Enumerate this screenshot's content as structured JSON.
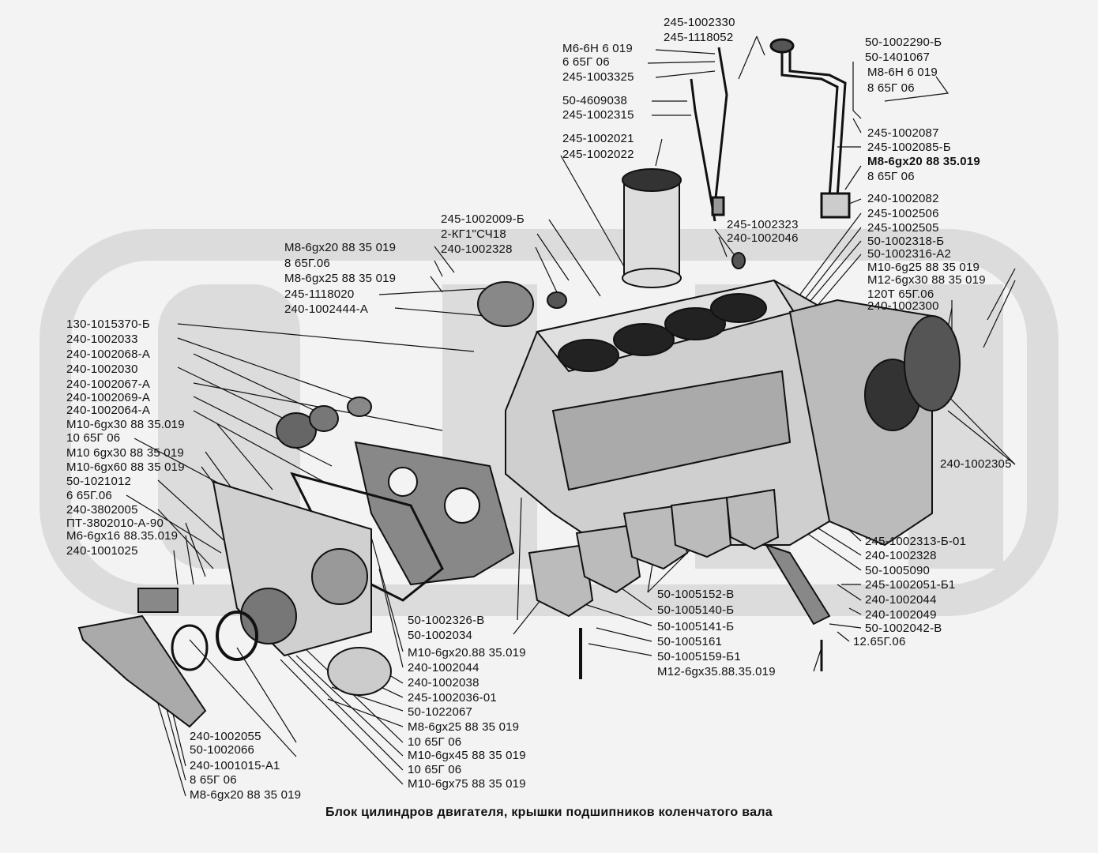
{
  "caption": "Блок цилиндров двигателя, крышки подшипников коленчатого  вала",
  "watermark": "OLMX",
  "colors": {
    "ink": "#111111",
    "paper": "#f3f3f3",
    "watermark": "#dcdcdc"
  },
  "labels": {
    "l_245_1002330": "245-1002330",
    "l_245_1118052": "245-1118052",
    "l_m6_6h": "M6-6H 6 019",
    "l_6_65g_06": "6 65Г 06",
    "l_245_1003325": "245-1003325",
    "l_50_4609038": "50-4609038",
    "l_245_1002315": "245-1002315",
    "l_245_1002021": "245-1002021",
    "l_245_1002022": "245-1002022",
    "l_50_1002290": "50-1002290-Б",
    "l_50_1401067": "50-1401067",
    "l_m8_6h": "M8-6H 6 019",
    "l_8_65g_06_top": "8 65Г 06",
    "l_245_1002087": "245-1002087",
    "l_245_1002085": "245-1002085-Б",
    "l_m8_6gx20_top": "M8-6gx20 88 35.019",
    "l_8_65g_06_b": "8 65Г 06",
    "l_240_1002082": "240-1002082",
    "l_245_1002506": "245-1002506",
    "l_245_1002505": "245-1002505",
    "l_50_1002318": "50-1002318-Б",
    "l_50_1002316": "50-1002316-А2",
    "l_m10_6g25": "M10-6g25 88 35 019",
    "l_m12_6gx30": "M12-6gx30 88 35 019",
    "l_120t": "120Т 65Г.06",
    "l_240_1002300": "240-1002300",
    "l_245_1002009": "245-1002009-Б",
    "l_2kg1": "2-КГ1\"СЧ18",
    "l_240_1002328_top": "240-1002328",
    "l_245_1002323": "245-1002323",
    "l_240_1002046": "240-1002046",
    "l_m8_6gx20_left": "M8-6gx20 88 35 019",
    "l_8_65g06_left": "8 65Г.06",
    "l_m8_6gx25_left": "M8-6gx25 88 35 019",
    "l_245_1118020": "245-1118020",
    "l_240_1002444": "240-1002444-А",
    "l_130_1015370": "130-1015370-Б",
    "l_240_1002033": "240-1002033",
    "l_240_1002068": "240-1002068-А",
    "l_240_1002030": "240-1002030",
    "l_240_1002067": "240-1002067-А",
    "l_240_1002069": "240-1002069-А",
    "l_240_1002064": "240-1002064-А",
    "l_m10_6gx30": "M10-6gx30 88 35.019",
    "l_10_65g_06_a": "10 65Г 06",
    "l_m10_6gx30b": "M10 6gx30 88 35 019",
    "l_m10_6gx60": "M10-6gx60 88 35 019",
    "l_50_1021012": "50-1021012",
    "l_6_65g06_b": "6 65Г.06",
    "l_240_3802005": "240-3802005",
    "l_pt_3802010": "ПТ-3802010-А-90",
    "l_m6_6gx16": "M6-6gx16 88.35.019",
    "l_240_1001025": "240-1001025",
    "l_240_1002305": "240-1002305",
    "l_245_1002313": "245-1002313-Б-01",
    "l_240_1002328_r": "240-1002328",
    "l_50_1005090": "50-1005090",
    "l_245_1002051": "245-1002051-Б1",
    "l_240_1002044_r": "240-1002044",
    "l_240_1002049": "240-1002049",
    "l_50_1002042": "50-1002042-В",
    "l_12_65g06": "12.65Г.06",
    "l_50_1005152": "50-1005152-В",
    "l_50_1005140": "50-1005140-Б",
    "l_50_1005141": "50-1005141-Б",
    "l_50_1005161": "50-1005161",
    "l_50_1005159": "50-1005159-Б1",
    "l_m12_6gx35": "M12-6gx35.88.35.019",
    "l_50_1002326": "50-1002326-В",
    "l_50_1002034": "50-1002034",
    "l_m10_6gx20_c": "M10-6gx20.88 35.019",
    "l_240_1002044_c": "240-1002044",
    "l_240_1002038": "240-1002038",
    "l_245_1002036": "245-1002036-01",
    "l_50_1022067": "50-1022067",
    "l_m8_6gx25_c": "M8-6gx25 88 35 019",
    "l_10_65g06_c": "10 65Г 06",
    "l_m10_6gx45": "M10-6gx45 88 35 019",
    "l_10_65g06_d": "10 65Г 06",
    "l_m10_6gx75": "M10-6gx75 88 35 019",
    "l_240_1002055": "240-1002055",
    "l_50_1002066": "50-1002066",
    "l_240_1001015": "240-1001015-А1",
    "l_8_65g06_bot": "8 65Г 06",
    "l_m8_6gx20_bot": "M8-6gx20 88 35 019"
  }
}
